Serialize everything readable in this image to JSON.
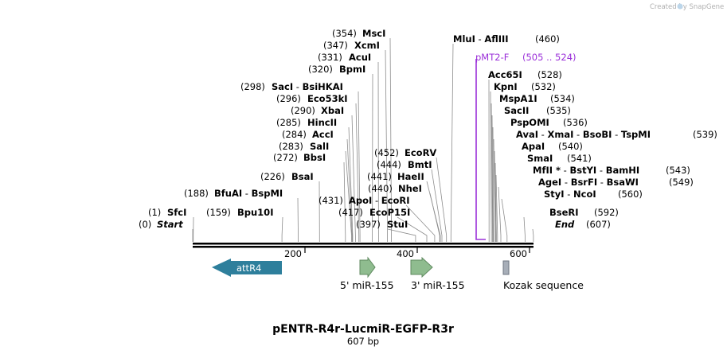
{
  "watermark": "Created by SnapGene",
  "plasmid": {
    "name": "pENTR-R4r-LucmiR-EGFP-R3r",
    "size_label": "607 bp",
    "length": 607
  },
  "ruler": {
    "ticks": [
      200,
      400,
      600
    ]
  },
  "sites": [
    {
      "pos": "(0)",
      "names": [
        "Start"
      ],
      "bp": 0,
      "italic": true
    },
    {
      "pos": "(1)",
      "names": [
        "SfcI"
      ],
      "bp": 1
    },
    {
      "pos": "(159)",
      "names": [
        "Bpu10I"
      ],
      "bp": 159
    },
    {
      "pos": "(188)",
      "names": [
        "BfuAI",
        "BspMI"
      ],
      "bp": 188
    },
    {
      "pos": "(226)",
      "names": [
        "BsaI"
      ],
      "bp": 226
    },
    {
      "pos": "(272)",
      "names": [
        "BbsI"
      ],
      "bp": 272
    },
    {
      "pos": "(283)",
      "names": [
        "SalI"
      ],
      "bp": 283
    },
    {
      "pos": "(284)",
      "names": [
        "AccI"
      ],
      "bp": 284
    },
    {
      "pos": "(285)",
      "names": [
        "HincII"
      ],
      "bp": 285
    },
    {
      "pos": "(290)",
      "names": [
        "XbaI"
      ],
      "bp": 290
    },
    {
      "pos": "(296)",
      "names": [
        "Eco53kI"
      ],
      "bp": 296
    },
    {
      "pos": "(298)",
      "names": [
        "SacI",
        "BsiHKAI"
      ],
      "bp": 298
    },
    {
      "pos": "(320)",
      "names": [
        "BpmI"
      ],
      "bp": 320
    },
    {
      "pos": "(331)",
      "names": [
        "AcuI"
      ],
      "bp": 331
    },
    {
      "pos": "(347)",
      "names": [
        "XcmI"
      ],
      "bp": 347
    },
    {
      "pos": "(354)",
      "names": [
        "MscI"
      ],
      "bp": 354
    },
    {
      "pos": "(397)",
      "names": [
        "StuI"
      ],
      "bp": 397
    },
    {
      "pos": "(417)",
      "names": [
        "EcoP15I"
      ],
      "bp": 417
    },
    {
      "pos": "(431)",
      "names": [
        "ApoI",
        "EcoRI"
      ],
      "bp": 431
    },
    {
      "pos": "(440)",
      "names": [
        "NheI"
      ],
      "bp": 440
    },
    {
      "pos": "(441)",
      "names": [
        "HaeII"
      ],
      "bp": 441
    },
    {
      "pos": "(444)",
      "names": [
        "BmtI"
      ],
      "bp": 444
    },
    {
      "pos": "(452)",
      "names": [
        "EcoRV"
      ],
      "bp": 452
    },
    {
      "pos": "(460)",
      "names": [
        "MluI",
        "AflIII"
      ],
      "bp": 460
    },
    {
      "pos": "(528)",
      "names": [
        "Acc65I"
      ],
      "bp": 528
    },
    {
      "pos": "(532)",
      "names": [
        "KpnI"
      ],
      "bp": 532
    },
    {
      "pos": "(534)",
      "names": [
        "MspA1I"
      ],
      "bp": 534
    },
    {
      "pos": "(535)",
      "names": [
        "SacII"
      ],
      "bp": 535
    },
    {
      "pos": "(536)",
      "names": [
        "PspOMI"
      ],
      "bp": 536
    },
    {
      "pos": "(539)",
      "names": [
        "AvaI",
        "XmaI",
        "BsoBI",
        "TspMI"
      ],
      "bp": 539
    },
    {
      "pos": "(540)",
      "names": [
        "ApaI"
      ],
      "bp": 540
    },
    {
      "pos": "(541)",
      "names": [
        "SmaI"
      ],
      "bp": 541
    },
    {
      "pos": "(543)",
      "names": [
        "MfII *",
        "BstYI",
        "BamHI"
      ],
      "bp": 543
    },
    {
      "pos": "(549)",
      "names": [
        "AgeI",
        "BsrFI",
        "BsaWI"
      ],
      "bp": 549
    },
    {
      "pos": "(560)",
      "names": [
        "StyI",
        "NcoI"
      ],
      "bp": 560
    },
    {
      "pos": "(592)",
      "names": [
        "BseRI"
      ],
      "bp": 592
    },
    {
      "pos": "(607)",
      "names": [
        "End"
      ],
      "bp": 607,
      "italic": true
    }
  ],
  "primer": {
    "name": "pMT2-F",
    "range": "(505 .. 524)"
  },
  "features": [
    {
      "name": "attR4",
      "color": "#2e7f9c"
    },
    {
      "name": "5' miR-155",
      "color": "#8fbc8f"
    },
    {
      "name": "3' miR-155",
      "color": "#8fbc8f"
    },
    {
      "name": "Kozak sequence",
      "color": "#a7aeb8"
    }
  ]
}
